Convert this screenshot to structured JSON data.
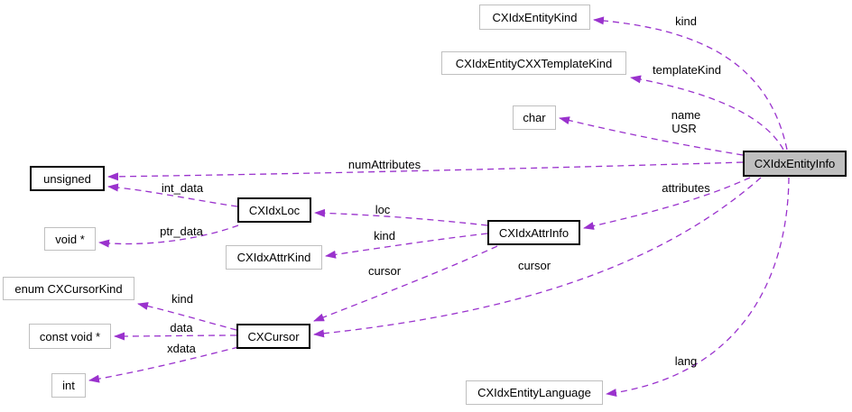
{
  "diagram": {
    "type": "doxygen-collaboration-graph",
    "main_node": {
      "label": "CXIdxEntityInfo"
    },
    "nodes": {
      "entity_kind": {
        "label": "CXIdxEntityKind"
      },
      "template_kind": {
        "label": "CXIdxEntityCXXTemplateKind"
      },
      "char": {
        "label": "char"
      },
      "unsigned": {
        "label": "unsigned"
      },
      "idx_loc": {
        "label": "CXIdxLoc"
      },
      "void_ptr": {
        "label": "void *"
      },
      "attr_kind": {
        "label": "CXIdxAttrKind"
      },
      "attr_info": {
        "label": "CXIdxAttrInfo"
      },
      "cursor_kind": {
        "label": "enum CXCursorKind"
      },
      "const_void_ptr": {
        "label": "const void *"
      },
      "cxcursor": {
        "label": "CXCursor"
      },
      "int": {
        "label": "int"
      },
      "entity_language": {
        "label": "CXIdxEntityLanguage"
      }
    },
    "edge_labels": {
      "kind_top": "kind",
      "template_kind": "templateKind",
      "name": "name",
      "usr": "USR",
      "num_attributes": "numAttributes",
      "attributes": "attributes",
      "int_data": "int_data",
      "ptr_data": "ptr_data",
      "loc": "loc",
      "kind_attr": "kind",
      "cursor_attr": "cursor",
      "cursor_entity": "cursor",
      "kind_cursor": "kind",
      "data": "data",
      "xdata": "xdata",
      "lang": "lang"
    },
    "colors": {
      "edge": "#9a32cd",
      "main_node_fill": "#bfbfbf",
      "documented_node_border": "#000000",
      "plain_node_border": "#bfbfbf",
      "background": "#ffffff",
      "text": "#000000"
    }
  }
}
